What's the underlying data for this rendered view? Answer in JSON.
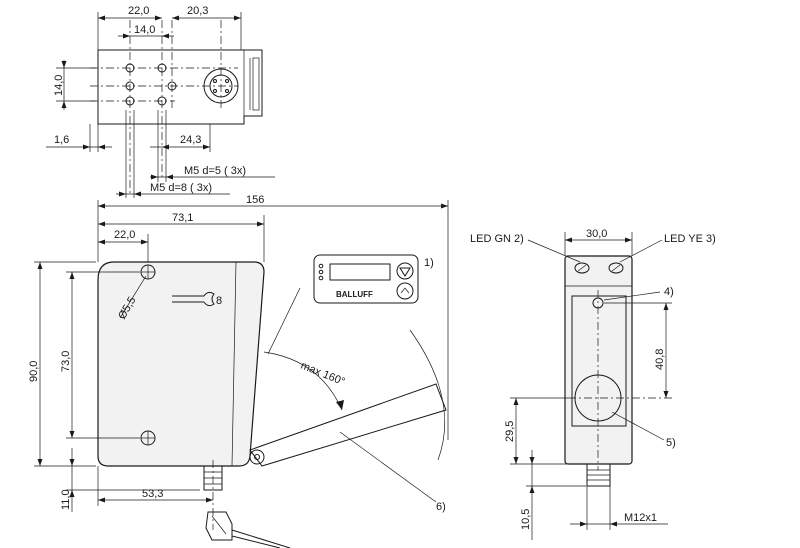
{
  "dimensions": {
    "top_view": {
      "d_22_0": "22,0",
      "d_20_3": "20,3",
      "d_14_0_h": "14,0",
      "d_14_0_v": "14,0",
      "d_1_6": "1,6",
      "d_24_3": "24,3",
      "m5_d5": "M5 d=5  ( 3x)",
      "m5_d8": "M5 d=8  ( 3x)"
    },
    "side_view": {
      "d_156": "156",
      "d_73_1": "73,1",
      "d_22_0": "22,0",
      "d_90_0": "90,0",
      "d_73_0": "73,0",
      "d_11_0": "11,0",
      "d_53_3": "53,3",
      "d_5_5": "Ø5,5",
      "angle": "max 160°"
    },
    "front_view": {
      "d_30_0": "30,0",
      "d_40_8": "40,8",
      "d_29_5": "29,5",
      "d_10_5": "10,5",
      "thread": "M12x1"
    }
  },
  "callouts": {
    "c1": "1)",
    "c4": "4)",
    "c5": "5)",
    "c6": "6)",
    "c8": "8",
    "led_gn": "LED GN 2)",
    "led_ye": "LED YE 3)"
  },
  "display_panel": {
    "brand": "BALLUFF"
  },
  "colors": {
    "line": "#1a1a1a",
    "body_fill": "#f2f2f2"
  }
}
